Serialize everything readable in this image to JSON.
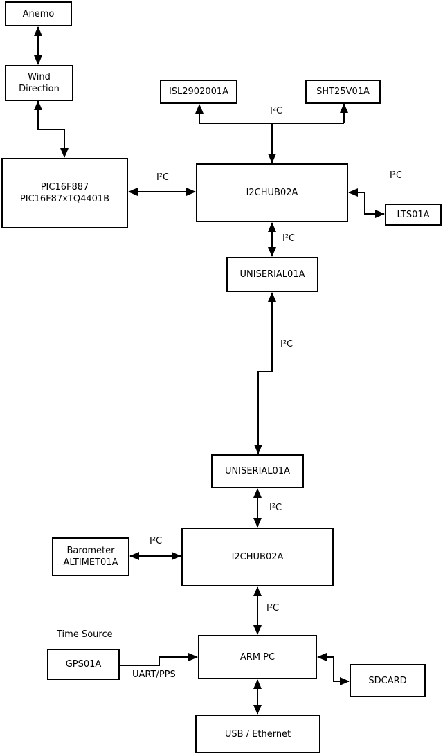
{
  "colors": {
    "background": "#ffffff",
    "line": "#000000",
    "box_fill": "#ffffff",
    "text": "#000000"
  },
  "nodes": {
    "anemo": {
      "line1": "Anemo"
    },
    "wind_direction": {
      "line1": "Wind",
      "line2": "Direction"
    },
    "pic": {
      "line1": "PIC16F887",
      "line2": "PIC16F87xTQ4401B"
    },
    "isl": {
      "line1": "ISL2902001A"
    },
    "sht": {
      "line1": "SHT25V01A"
    },
    "i2chub_top": {
      "line1": "I2CHUB02A"
    },
    "lts": {
      "line1": "LTS01A"
    },
    "uniserial_top": {
      "line1": "UNISERIAL01A"
    },
    "uniserial_bottom": {
      "line1": "UNISERIAL01A"
    },
    "barometer": {
      "line1": "Barometer",
      "line2": "ALTIMET01A"
    },
    "i2chub_bottom": {
      "line1": "I2CHUB02A"
    },
    "gps": {
      "line1": "GPS01A"
    },
    "arm_pc": {
      "line1": "ARM PC"
    },
    "sdcard": {
      "line1": "SDCARD"
    },
    "usb_ethernet": {
      "line1": "USB / Ethernet"
    }
  },
  "labels": {
    "bus_i2c": "I²C",
    "time_source": "Time Source",
    "uart_pps": "UART/PPS"
  }
}
